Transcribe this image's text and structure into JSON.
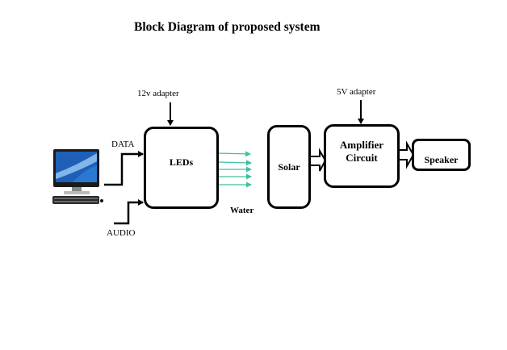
{
  "title": "Block Diagram of proposed system",
  "labels": {
    "adapter_12v": "12v adapter",
    "adapter_5v": "5V adapter",
    "data": "DATA",
    "audio": "AUDIO",
    "water": "Water"
  },
  "blocks": {
    "leds": "LEDs",
    "solar": "Solar",
    "amplifier_line1": "Amplifier",
    "amplifier_line2": "Circuit",
    "speaker": "Speaker"
  },
  "colors": {
    "light_rays": "#3fbf9f",
    "lines": "#000000"
  }
}
